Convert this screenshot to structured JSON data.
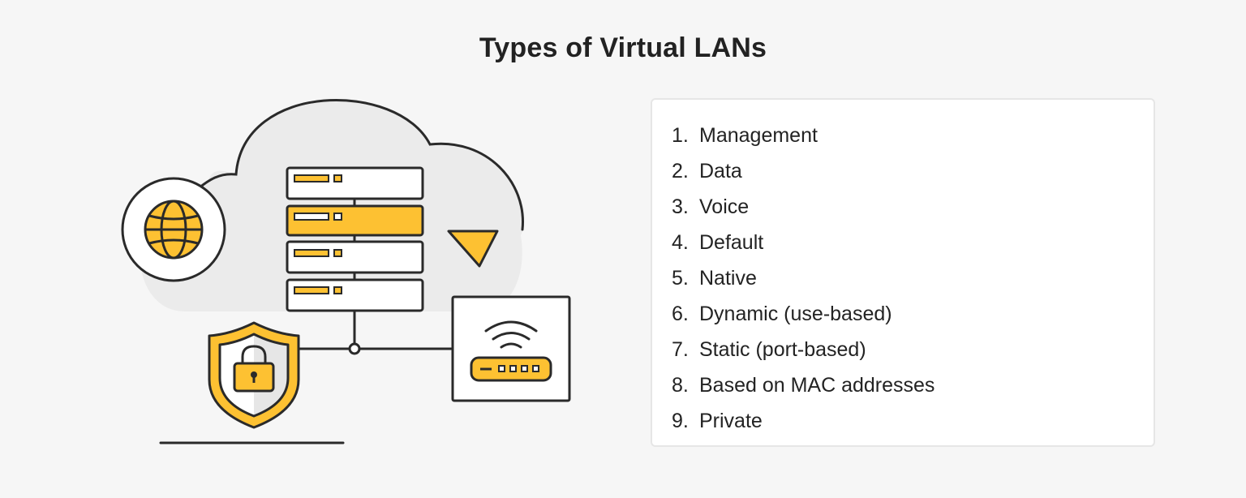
{
  "title": "Types of Virtual LANs",
  "colors": {
    "accent": "#fdc132",
    "outline": "#2a2a2a",
    "cloud": "#ebebeb",
    "background": "#f6f6f6"
  },
  "icons": [
    "cloud-icon",
    "globe-icon",
    "server-rack-icon",
    "funnel-icon",
    "shield-lock-icon",
    "router-wifi-icon"
  ],
  "list": [
    {
      "number": "1.",
      "label": "Management"
    },
    {
      "number": "2.",
      "label": "Data"
    },
    {
      "number": "3.",
      "label": "Voice"
    },
    {
      "number": "4.",
      "label": "Default"
    },
    {
      "number": "5.",
      "label": "Native"
    },
    {
      "number": "6.",
      "label": "Dynamic (use-based)"
    },
    {
      "number": "7.",
      "label": "Static (port-based)"
    },
    {
      "number": "8.",
      "label": "Based on MAC addresses"
    },
    {
      "number": "9.",
      "label": "Private"
    }
  ]
}
